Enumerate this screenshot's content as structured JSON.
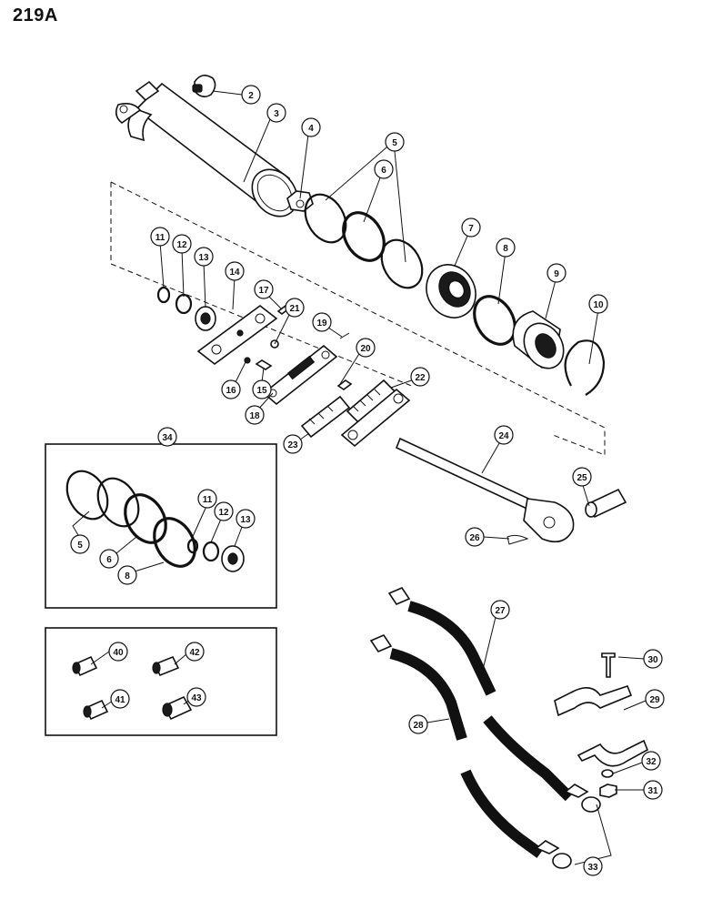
{
  "page_number": "219A",
  "callouts": [
    {
      "id": "c2",
      "label": "2"
    },
    {
      "id": "c3",
      "label": "3"
    },
    {
      "id": "c4",
      "label": "4"
    },
    {
      "id": "c5a",
      "label": "5"
    },
    {
      "id": "c6a",
      "label": "6"
    },
    {
      "id": "c7",
      "label": "7"
    },
    {
      "id": "c8a",
      "label": "8"
    },
    {
      "id": "c9",
      "label": "9"
    },
    {
      "id": "c10",
      "label": "10"
    },
    {
      "id": "c11a",
      "label": "11"
    },
    {
      "id": "c12a",
      "label": "12"
    },
    {
      "id": "c13a",
      "label": "13"
    },
    {
      "id": "c14",
      "label": "14"
    },
    {
      "id": "c15",
      "label": "15"
    },
    {
      "id": "c16",
      "label": "16"
    },
    {
      "id": "c17",
      "label": "17"
    },
    {
      "id": "c18",
      "label": "18"
    },
    {
      "id": "c19",
      "label": "19"
    },
    {
      "id": "c20",
      "label": "20"
    },
    {
      "id": "c21",
      "label": "21"
    },
    {
      "id": "c22",
      "label": "22"
    },
    {
      "id": "c23",
      "label": "23"
    },
    {
      "id": "c24",
      "label": "24"
    },
    {
      "id": "c25",
      "label": "25"
    },
    {
      "id": "c26",
      "label": "26"
    },
    {
      "id": "c27",
      "label": "27"
    },
    {
      "id": "c28",
      "label": "28"
    },
    {
      "id": "c29",
      "label": "29"
    },
    {
      "id": "c30",
      "label": "30"
    },
    {
      "id": "c31",
      "label": "31"
    },
    {
      "id": "c32",
      "label": "32"
    },
    {
      "id": "c33",
      "label": "33"
    },
    {
      "id": "c34",
      "label": "34"
    },
    {
      "id": "c5b",
      "label": "5"
    },
    {
      "id": "c6b",
      "label": "6"
    },
    {
      "id": "c8b",
      "label": "8"
    },
    {
      "id": "c11b",
      "label": "11"
    },
    {
      "id": "c12b",
      "label": "12"
    },
    {
      "id": "c13b",
      "label": "13"
    },
    {
      "id": "c40",
      "label": "40"
    },
    {
      "id": "c41",
      "label": "41"
    },
    {
      "id": "c42",
      "label": "42"
    },
    {
      "id": "c43",
      "label": "43"
    }
  ]
}
